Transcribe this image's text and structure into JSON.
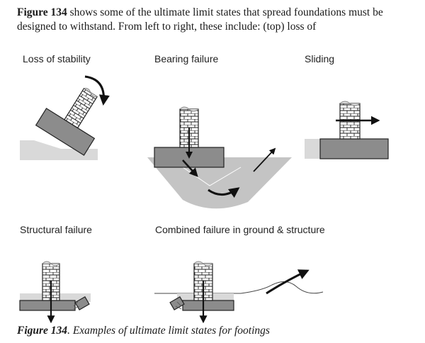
{
  "intro": {
    "figure_ref": "Figure 134",
    "text": " shows some of the ultimate limit states that spread foundations must be designed to withstand. From left to right, these include: (top) loss of"
  },
  "panels": {
    "loss_of_stability": "Loss of stability",
    "bearing_failure": "Bearing failure",
    "sliding": "Sliding",
    "structural_failure": "Structural failure",
    "combined_failure": "Combined failure in ground & structure"
  },
  "caption": {
    "figure_ref": "Figure 134",
    "text": ". Examples of ultimate limit states for footings"
  },
  "colors": {
    "footing": "#8c8c8c",
    "ground": "#d9d9d9",
    "soil_wedge": "#c4c4c4",
    "outline": "#222222"
  }
}
